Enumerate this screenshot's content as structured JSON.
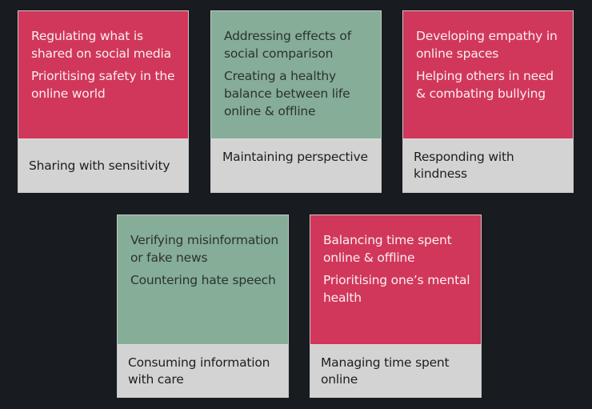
{
  "colors": {
    "background": "#181c20",
    "red": "#d1375a",
    "green": "#86ad98",
    "label_gray": "#d3d3d3"
  },
  "cards": [
    {
      "color": "red",
      "items": [
        "Regulating what is shared on social media",
        "Prioritising safety in the online world"
      ],
      "label": "Sharing with sensitivity"
    },
    {
      "color": "green",
      "items": [
        "Addressing effects of social comparison",
        "Creating a healthy balance between life online & offline"
      ],
      "label": "Maintaining perspective"
    },
    {
      "color": "red",
      "items": [
        "Developing empathy in online spaces",
        "Helping others in need & combating bullying"
      ],
      "label": "Responding with kindness"
    },
    {
      "color": "green",
      "items": [
        "Verifying misinformation or fake news",
        "Countering hate speech"
      ],
      "label": "Consuming information with care"
    },
    {
      "color": "red",
      "items": [
        "Balancing time spent online & offline",
        "Prioritising one’s mental health"
      ],
      "label": "Managing time spent online"
    }
  ]
}
